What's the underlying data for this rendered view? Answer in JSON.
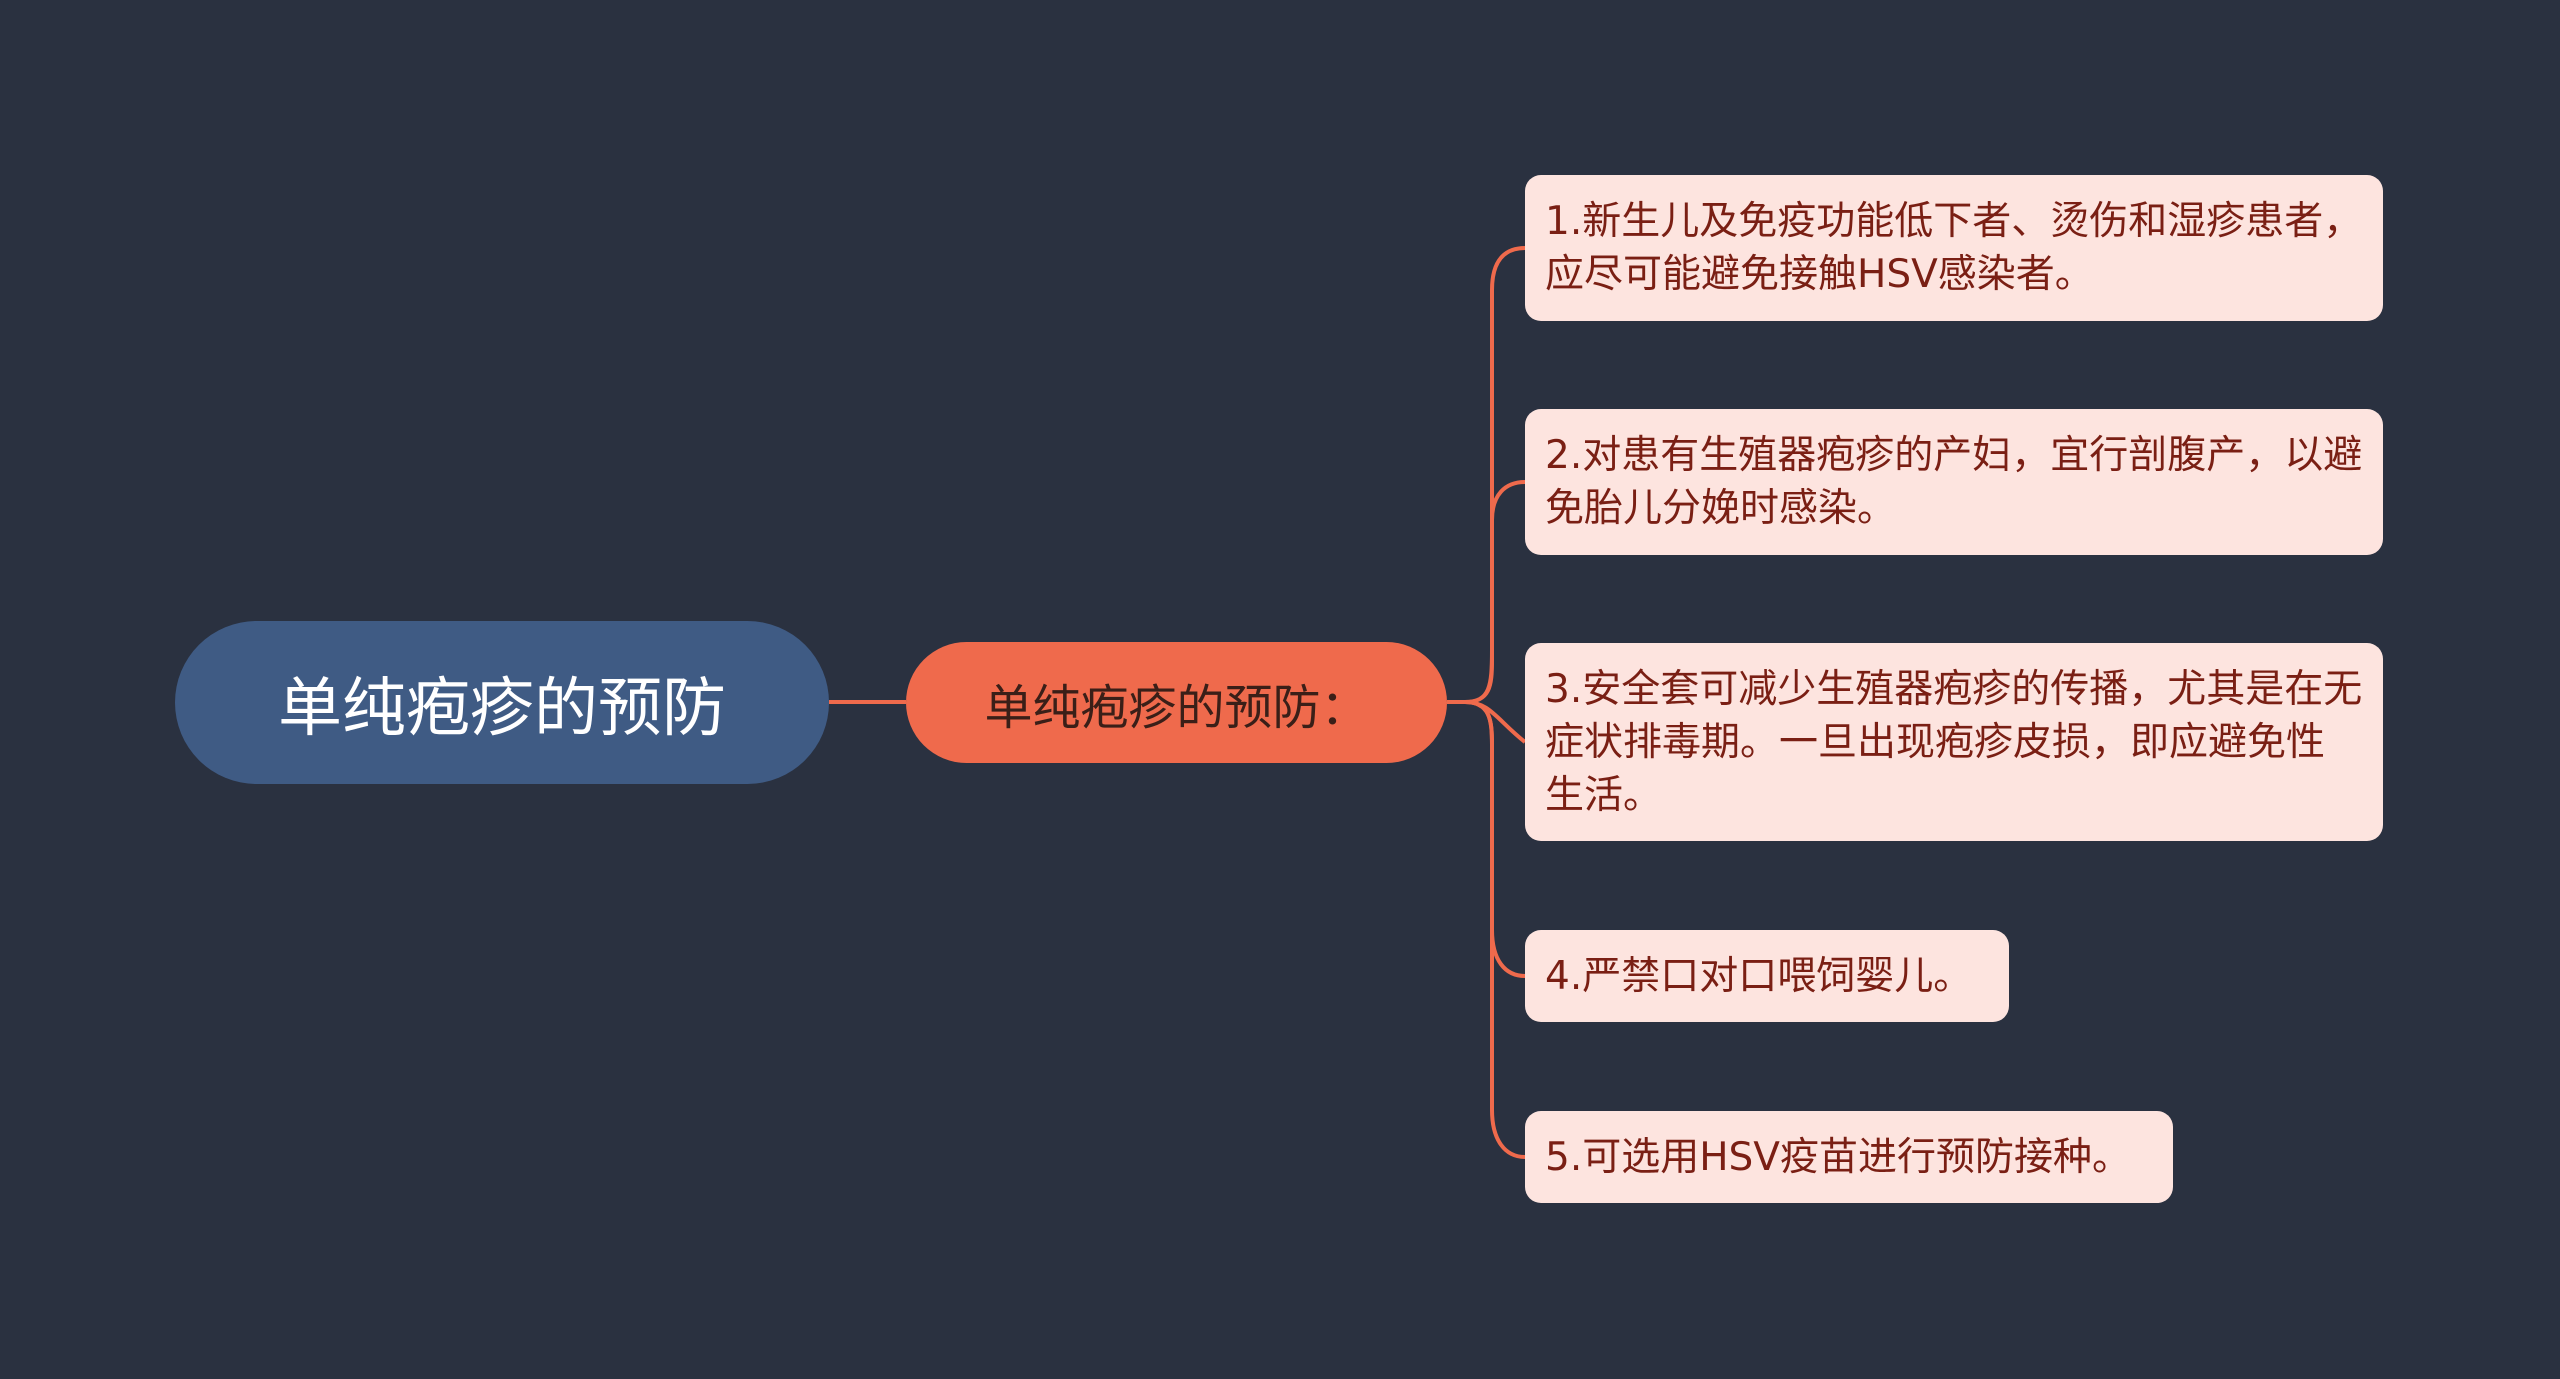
{
  "theme": {
    "background": "#2a3140",
    "root_color": "#3f5b84",
    "branch_color": "#ef6a4c",
    "leaf_color": "#fde4df",
    "leaf_text_color": "#7a1f14",
    "connector_color": "#ef6a4c"
  },
  "root": {
    "label": "单纯疱疹的预防"
  },
  "branch": {
    "label": "单纯疱疹的预防："
  },
  "leaves": [
    "1.新生儿及免疫功能低下者、烫伤和湿疹患者，应尽可能避免接触HSV感染者。",
    "2.对患有生殖器疱疹的产妇，宜行剖腹产，以避免胎儿分娩时感染。",
    "3.安全套可减少生殖器疱疹的传播，尤其是在无症状排毒期。一旦出现疱疹皮损，即应避免性生活。",
    "4.严禁口对口喂饲婴儿。",
    "5.可选用HSV疫苗进行预防接种。"
  ]
}
